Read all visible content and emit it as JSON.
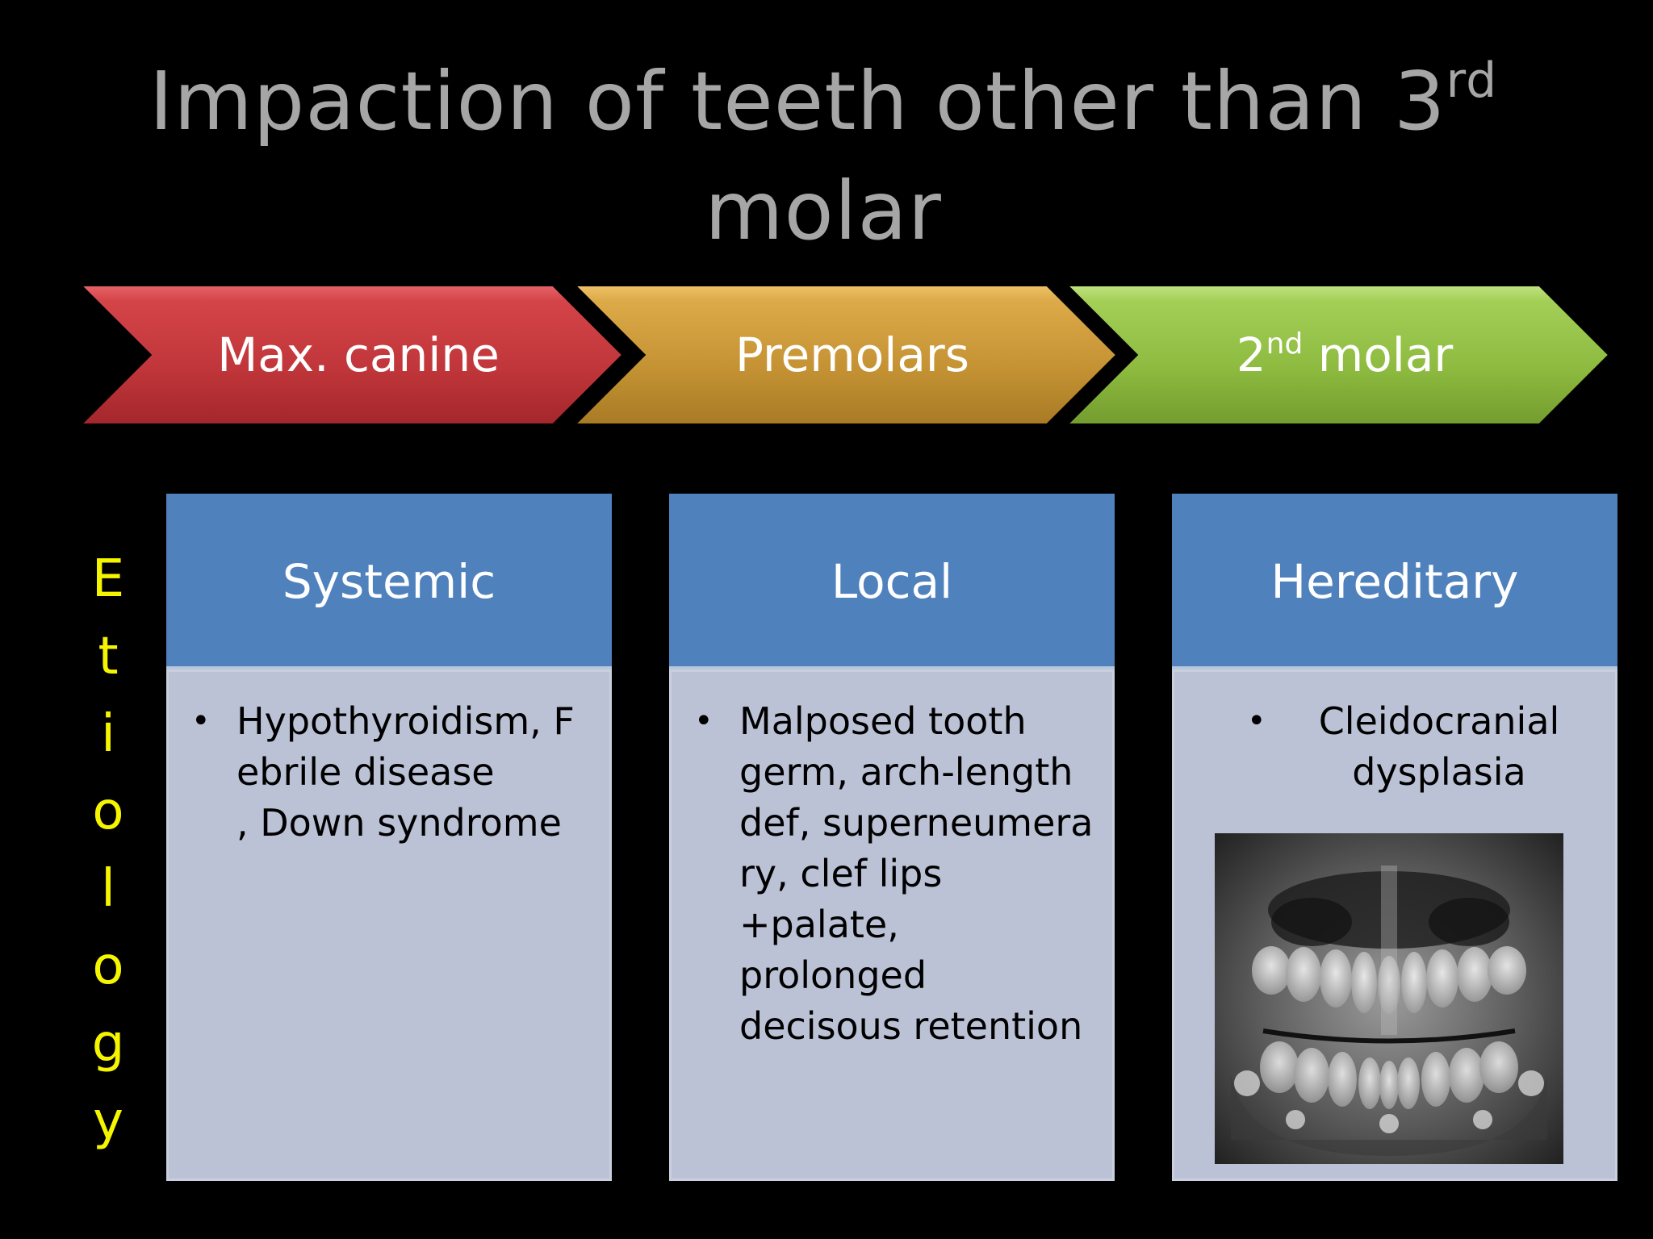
{
  "title": {
    "line1": "Impaction of teeth other than 3",
    "superscript": "rd",
    "line2": "molar"
  },
  "chevrons": [
    {
      "label": "Max. canine",
      "sup": "",
      "after": "",
      "color": "#c0363a"
    },
    {
      "label": "Premolars",
      "sup": "",
      "after": "",
      "color": "#c49233"
    },
    {
      "label": "2",
      "sup": "nd",
      "after": " molar",
      "color": "#8dba3f"
    }
  ],
  "side_label": {
    "text": "Etiology",
    "color": "#ffff00",
    "letters": [
      "E",
      "t",
      "i",
      "o",
      "l",
      "o",
      "g",
      "y"
    ]
  },
  "columns": [
    {
      "heading": "Systemic",
      "bullet": "Hypothyroidism, F\nebrile disease\n, Down syndrome"
    },
    {
      "heading": "Local",
      "bullet": "Malposed tooth\ngerm, arch-length\ndef, superneumera\nry, clef lips\n+palate, prolonged\ndecisous retention"
    },
    {
      "heading": "Hereditary",
      "bullet": "Cleidocranial\ndysplasia",
      "image": "panoramic-xray"
    }
  ],
  "bullet_glyph": "•",
  "colors": {
    "background": "#000000",
    "title": "#a6a6a6",
    "box_header": "#4f81bd",
    "box_body": "#bcc2d6"
  }
}
